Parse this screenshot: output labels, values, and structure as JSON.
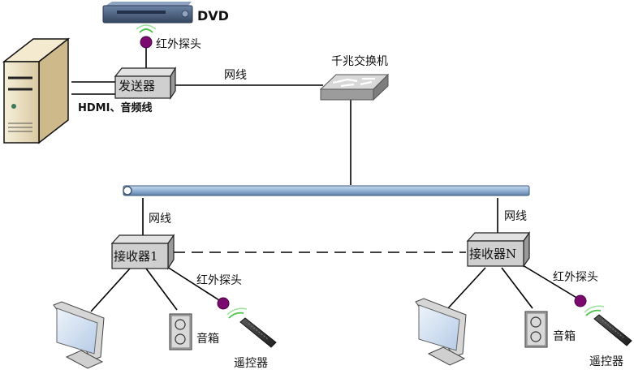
{
  "devices": {
    "dvd": {
      "label": "DVD"
    },
    "computer": {
      "label": ""
    },
    "transmitter": {
      "label": "发送器"
    },
    "switch": {
      "label": "千兆交换机"
    },
    "receivers": [
      {
        "label": "接收器1",
        "ir_label": "红外探头",
        "speaker_label": "音箱",
        "remote_label": "遥控器",
        "network_label": "网线"
      },
      {
        "label": "接收器N",
        "ir_label": "红外探头",
        "speaker_label": "音箱",
        "remote_label": "遥控器",
        "network_label": "网线"
      }
    ]
  },
  "connections": {
    "tx_ir_label": "红外探头",
    "hdmi_audio_label": "HDMI、音频线",
    "tx_network_label": "网线"
  },
  "colors": {
    "ir_probe": "#7a0a6e",
    "ir_wave": "#4cc24c",
    "bus": "#9db8d9",
    "box_face": "#c9c9c9"
  }
}
